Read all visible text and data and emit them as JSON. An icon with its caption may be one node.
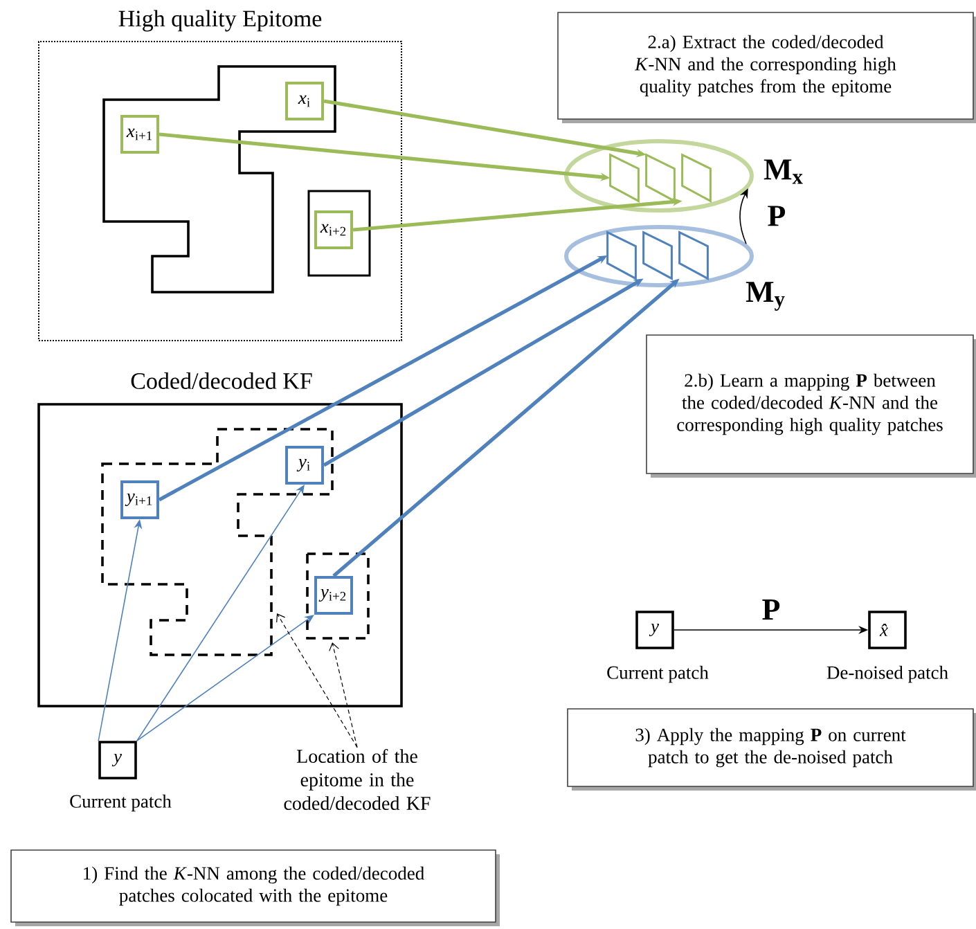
{
  "diagram": {
    "nodes": [
      {
        "text": [
          "High quality Epitome"
        ]
      },
      {
        "text": [
          "*x*$_{i}$"
        ],
        "in": 0
      },
      {
        "text": [
          "*x*$_{i+1}$"
        ],
        "in": 0
      },
      {
        "text": [
          "*x*$_{i+2}$"
        ],
        "in": 0
      },
      {
        "text": [],
        "shape": "ellipse",
        "beside": [
          "**M**$_{x}$"
        ]
      },
      {
        "text": [],
        "shape": "parallelogram",
        "in": 4
      },
      {
        "text": [],
        "shape": "parallelogram",
        "in": 4
      },
      {
        "text": [],
        "shape": "parallelogram",
        "in": 4
      },
      {
        "text": [],
        "shape": "ellipse",
        "beside": [
          "**M**$_{y}$"
        ]
      },
      {
        "text": [],
        "shape": "parallelogram",
        "in": 8
      },
      {
        "text": [],
        "shape": "parallelogram",
        "in": 8
      },
      {
        "text": [],
        "shape": "parallelogram",
        "in": 8
      },
      {
        "text": [
          "2.a) Extract the coded/decoded *K*-NN and the corresponding high quality patches from the epitome"
        ]
      },
      {
        "text": [
          "2.b) Learn a mapping **P** between the coded/decoded *K*-NN and the corresponding high quality patches"
        ]
      },
      {
        "text": [
          "Coded/decoded KF"
        ]
      },
      {
        "text": [
          "*y*$_{i}$"
        ],
        "in": 14
      },
      {
        "text": [
          "*y*$_{i+1}$"
        ],
        "in": 14
      },
      {
        "text": [
          "*y*$_{i+2}$"
        ],
        "in": 14
      },
      {
        "text": [
          "*y*"
        ],
        "beside": [
          "Current patch"
        ]
      },
      {
        "text": [
          "Location of the epitome in the coded/decoded KF"
        ]
      },
      {
        "text": [
          "1) Find the *K*-NN among the coded/decoded patches colocated with the epitome"
        ]
      },
      {
        "text": [
          "*y*"
        ],
        "beside": [
          "Current patch"
        ]
      },
      {
        "text": [
          "*x̂*"
        ],
        "beside": [
          "De-noised patch"
        ]
      },
      {
        "text": [
          "3) Apply the mapping **P** on current patch to get the de-noised patch"
        ]
      }
    ],
    "edges": [
      {
        "from": 1,
        "to": 6,
        "arrow": "to",
        "style": "thick",
        "color": "#9bbb59"
      },
      {
        "from": 2,
        "to": 5,
        "arrow": "to",
        "style": "thick",
        "color": "#9bbb59"
      },
      {
        "from": 3,
        "to": 7,
        "arrow": "to",
        "style": "thick",
        "color": "#9bbb59"
      },
      {
        "from": 16,
        "to": 9,
        "arrow": "to",
        "style": "thick",
        "color": "#4f81bd"
      },
      {
        "from": 15,
        "to": 10,
        "arrow": "to",
        "style": "thick",
        "color": "#4f81bd"
      },
      {
        "from": 17,
        "to": 11,
        "arrow": "to",
        "style": "thick",
        "color": "#4f81bd"
      },
      {
        "from": 18,
        "to": 16,
        "arrow": "to",
        "color": "#4f81bd"
      },
      {
        "from": 18,
        "to": 15,
        "arrow": "to",
        "color": "#4f81bd"
      },
      {
        "from": 18,
        "to": 17,
        "arrow": "to",
        "color": "#4f81bd"
      },
      {
        "from": 8,
        "to": 4,
        "arrow": "to",
        "label": "P",
        "color": "#000000"
      },
      {
        "from": 21,
        "to": 22,
        "arrow": "to",
        "label": "P",
        "color": "#000000"
      },
      {
        "from": 19,
        "to": null,
        "arrow": "to",
        "style": "dashed",
        "color": "#000000"
      },
      {
        "from": 19,
        "to": null,
        "arrow": "to",
        "style": "dashed",
        "color": "#000000"
      }
    ]
  }
}
